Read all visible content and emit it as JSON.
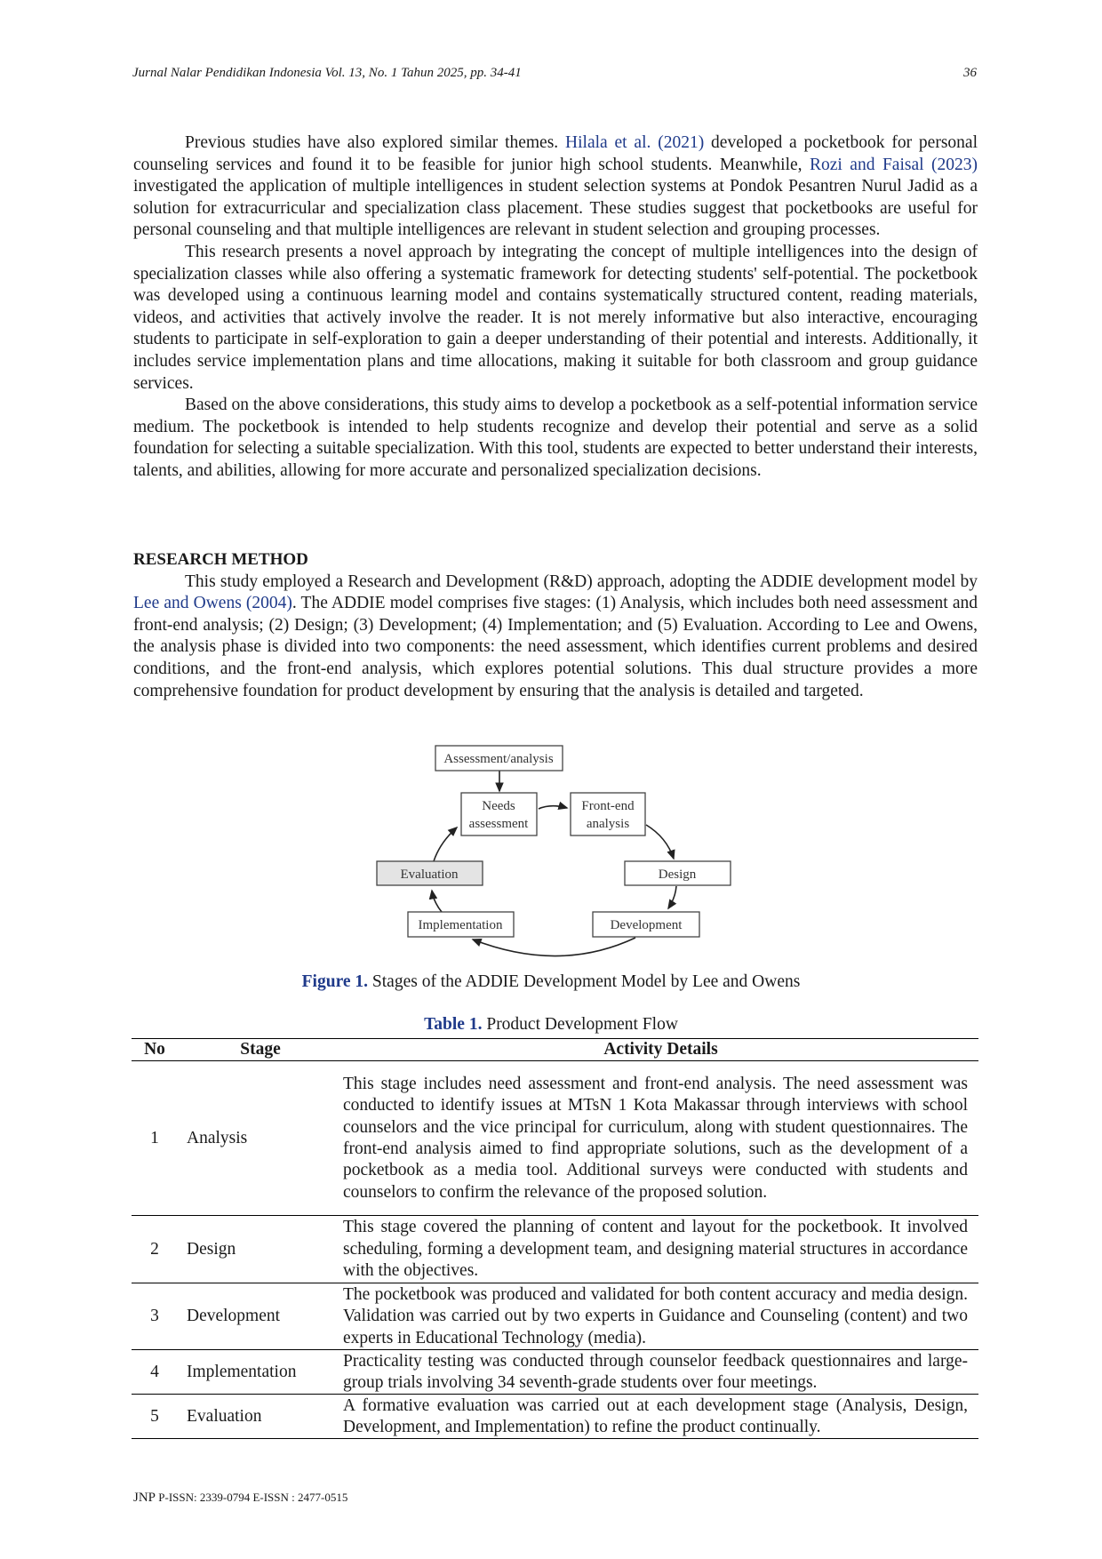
{
  "header": {
    "journal": "Jurnal Nalar Pendidikan Indonesia Vol. 13, No. 1 Tahun 2025, pp. 34-41",
    "page": "36"
  },
  "intro": {
    "p1_a": "Previous studies have also explored similar themes. ",
    "p1_cite1": "Hilala et al. (2021)",
    "p1_b": " developed a pocketbook for personal counseling services and found it to be feasible for junior high school students. Meanwhile, ",
    "p1_cite2": "Rozi and Faisal (2023)",
    "p1_c": " investigated the application of multiple intelligences in student selection systems at Pondok Pesantren Nurul Jadid as a solution for extracurricular and specialization class placement. These studies suggest that pocketbooks are useful for personal counseling and that multiple intelligences are relevant in student selection and grouping processes.",
    "p2": "This research presents a novel approach by integrating the concept of multiple intelligences into the design of specialization classes while also offering a systematic framework for detecting students' self-potential. The pocketbook was developed using a continuous learning model and contains systematically structured content, reading materials, videos, and activities that actively involve the reader. It is not merely informative but also interactive, encouraging students to participate in self-exploration to gain a deeper understanding of their potential and interests. Additionally, it includes service implementation plans and time allocations, making it suitable for both classroom and group guidance services.",
    "p3": "Based on the above considerations, this study aims to develop a pocketbook as a self-potential information service medium. The pocketbook is intended to help students recognize and develop their potential and serve as a solid foundation for selecting a suitable specialization. With this tool, students are expected to better understand their interests, talents, and abilities, allowing for more accurate and personalized specialization decisions."
  },
  "method": {
    "heading": "RESEARCH METHOD",
    "p1_a": "This study employed a Research and Development (R&D) approach, adopting the ADDIE development model by ",
    "p1_cite": "Lee and Owens (2004)",
    "p1_b": ". The ADDIE model comprises five stages: (1) Analysis, which includes both need assessment and front-end analysis; (2) Design; (3) Development; (4) Implementation; and (5) Evaluation. According to Lee and Owens, the analysis phase is divided into two components: the need assessment, which identifies current problems and desired conditions, and the front-end analysis, which explores potential solutions. This dual structure provides a more comprehensive foundation for product development by ensuring that the analysis is detailed and targeted."
  },
  "figure": {
    "nodes": {
      "assessment": "Assessment/analysis",
      "needs1": "Needs",
      "needs2": "assessment",
      "frontend1": "Front-end",
      "frontend2": "analysis",
      "design": "Design",
      "development": "Development",
      "implementation": "Implementation",
      "evaluation": "Evaluation"
    },
    "caption_label": "Figure 1.",
    "caption_text": " Stages of the ADDIE Development Model by Lee and Owens"
  },
  "table": {
    "caption_label": "Table 1.",
    "caption_text": " Product Development Flow",
    "headers": [
      "No",
      "Stage",
      "Activity Details"
    ],
    "rows": [
      {
        "no": "1",
        "stage": "Analysis",
        "activity": "This stage includes need assessment and front-end analysis. The need assessment was conducted to identify issues at MTsN 1 Kota Makassar through interviews with school counselors and the vice principal for curriculum, along with student questionnaires. The front-end analysis aimed to find appropriate solutions, such as the development of a pocketbook as a media tool. Additional surveys were conducted with students and counselors to confirm the relevance of the proposed solution."
      },
      {
        "no": "2",
        "stage": "Design",
        "activity": "This stage covered the planning of content and layout for the pocketbook. It involved scheduling, forming a development team, and designing material structures in accordance with the objectives."
      },
      {
        "no": "3",
        "stage": "Development",
        "activity": "The pocketbook was produced and validated for both content accuracy and media design. Validation was carried out by two experts in Guidance and Counseling (content) and two experts in Educational Technology (media)."
      },
      {
        "no": "4",
        "stage": "Implementation",
        "activity": "Practicality testing was conducted through counselor feedback questionnaires and large-group trials involving 34 seventh-grade students over four meetings."
      },
      {
        "no": "5",
        "stage": "Evaluation",
        "activity": "A formative evaluation was carried out at each development stage (Analysis, Design, Development, and Implementation) to refine the product continually."
      }
    ]
  },
  "footer": {
    "brand": "JNP",
    "issn": " P-ISSN: 2339-0794 E-ISSN : 2477-0515"
  }
}
